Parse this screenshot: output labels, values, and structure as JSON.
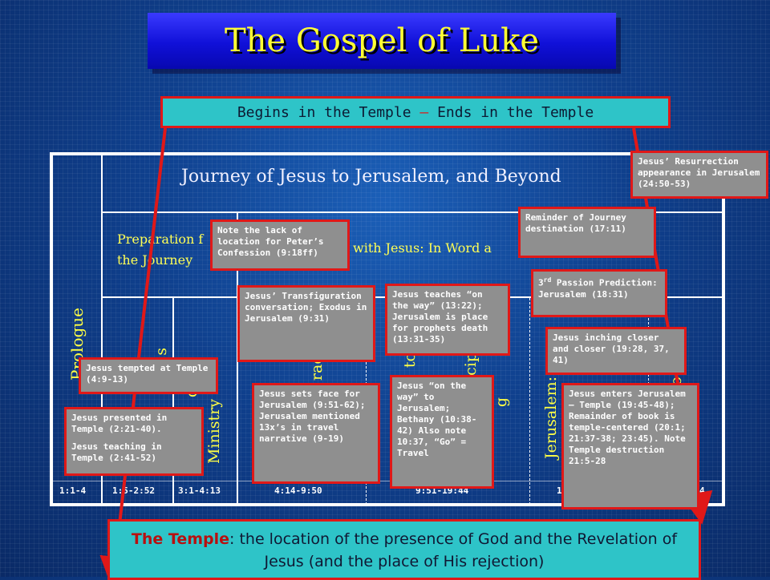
{
  "title": "The Gospel of Luke",
  "top_banner": {
    "left": "Begins in the Temple",
    "dash": "–",
    "right": "Ends in the Temple"
  },
  "table": {
    "journey_title": "Journey of Jesus to Jerusalem, and Beyond",
    "preparation": [
      "Preparation f",
      "the Journey"
    ],
    "in_word": "with Jesus: In Word a",
    "column_labels": {
      "prologue": "Prologue",
      "col2": "s",
      "col2b": "y",
      "col2c": "d",
      "ministry": "Ministry",
      "col5": "rac",
      "col6a": "to",
      "col6b": "cip",
      "col6c": "g",
      "jerusalem": "Jerusalem:",
      "col8": "o"
    },
    "refs": [
      "1:1-4",
      "1:5-2:52",
      "3:1-4:13",
      "4:14-9:50",
      "9:51-19:44",
      "1",
      "4"
    ]
  },
  "notes": {
    "resurrection": "Jesus’ Resurrection appearance in Jerusalem (24:50-53)",
    "reminder": "Reminder of Journey destination (17:11)",
    "peter": "Note the lack of location for Peter’s Confession (9:18ff)",
    "passion_pre": "3",
    "passion_sup": "rd",
    "passion_text": " Passion Prediction: Jerusalem (18:31)",
    "transfiguration": "Jesus’ Transfiguration conversation; Exodus in Jerusalem (9:31)",
    "teaches": "Jesus teaches “on the way” (13:22); Jerusalem is place for prophets death (13:31-35)",
    "inching": "Jesus inching closer and closer (19:28, 37, 41)",
    "tempted": "Jesus tempted at Temple (4:9-13)",
    "on_the_way": "Jesus “on the way” to Jerusalem; Bethany (10:38-42) Also note 10:37, “Go” = Travel",
    "sets_face": "Jesus sets face for Jerusalem (9:51-62); Jerusalem mentioned 13x’s in travel narrative (9-19)",
    "enters": "Jesus enters Jerusalem – Temple (19:45-48); Remainder of book is temple-centered (20:1; 21:37-38; 23:45). Note Temple destruction 21:5-28",
    "presented": "Jesus presented in Temple (2:21-40).",
    "teaching": "Jesus teaching in Temple (2:41-52)"
  },
  "bottom_banner": {
    "bold": "The Temple",
    "text": ": the location of the presence of God and the Revelation of Jesus (and the place of His rejection)"
  },
  "colors": {
    "accent_red": "#e01818",
    "banner_teal": "#2ec4c8",
    "note_gray": "#8f8f8f",
    "title_yellow": "#ffff33"
  }
}
